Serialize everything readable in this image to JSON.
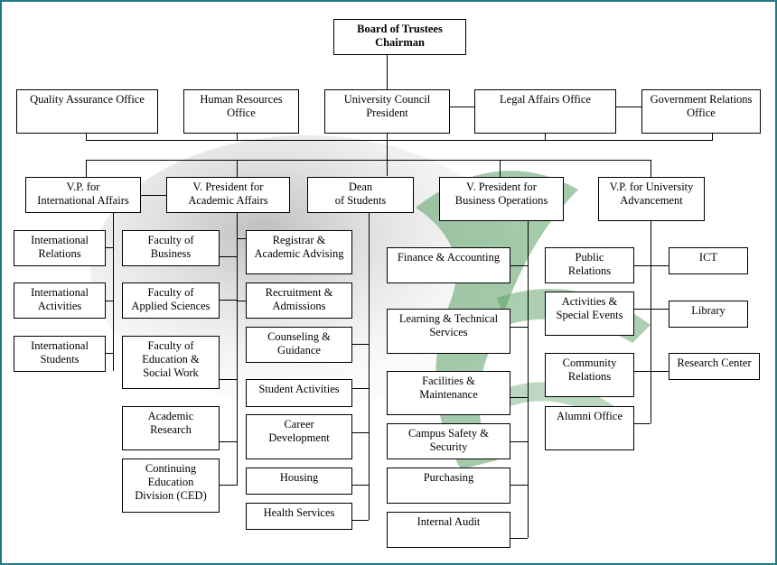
{
  "chart": {
    "top": {
      "label": "Board of Trustees\nChairman"
    },
    "row1": [
      {
        "label": "Quality Assurance Office"
      },
      {
        "label": "Human Resources\nOffice"
      },
      {
        "label": "University Council\nPresident"
      },
      {
        "label": "Legal Affairs Office"
      },
      {
        "label": "Government Relations\nOffice"
      }
    ],
    "row2": [
      {
        "label": "V.P. for\nInternational  Affairs"
      },
      {
        "label": "V. President for\nAcademic Affairs"
      },
      {
        "label": "Dean\nof Students"
      },
      {
        "label": "V. President for\nBusiness Operations"
      },
      {
        "label": "V.P. for University\nAdvancement"
      }
    ],
    "international": [
      {
        "label": "International\nRelations"
      },
      {
        "label": "International\nActivities"
      },
      {
        "label": "International\nStudents"
      }
    ],
    "academic": [
      {
        "label": "Faculty of\nBusiness"
      },
      {
        "label": "Faculty of\nApplied Sciences"
      },
      {
        "label": "Faculty of\nEducation &\nSocial Work"
      },
      {
        "label": "Academic\nResearch"
      },
      {
        "label": "Continuing\nEducation\nDivision (CED)"
      },
      {
        "label": "Registrar &\nAcademic Advising"
      },
      {
        "label": "Recruitment &\nAdmissions"
      }
    ],
    "students": [
      {
        "label": "Counseling &\nGuidance"
      },
      {
        "label": "Student Activities"
      },
      {
        "label": "Career\nDevelopment"
      },
      {
        "label": "Housing"
      },
      {
        "label": "Health Services"
      }
    ],
    "business": [
      {
        "label": "Finance & Accounting"
      },
      {
        "label": "Learning & Technical\nServices"
      },
      {
        "label": "Facilities &\nMaintenance"
      },
      {
        "label": "Campus Safety &\nSecurity"
      },
      {
        "label": "Purchasing"
      },
      {
        "label": "Internal Audit"
      }
    ],
    "advancement_left": [
      {
        "label": "Public\nRelations"
      },
      {
        "label": "Activities &\nSpecial Events"
      },
      {
        "label": "Community\nRelations"
      },
      {
        "label": "Alumni Office"
      }
    ],
    "advancement_right": [
      {
        "label": "ICT"
      },
      {
        "label": "Library"
      },
      {
        "label": "Research Center"
      }
    ]
  },
  "colors": {
    "frame": "#1f7a86",
    "watermark_green": "#5a9e63"
  }
}
